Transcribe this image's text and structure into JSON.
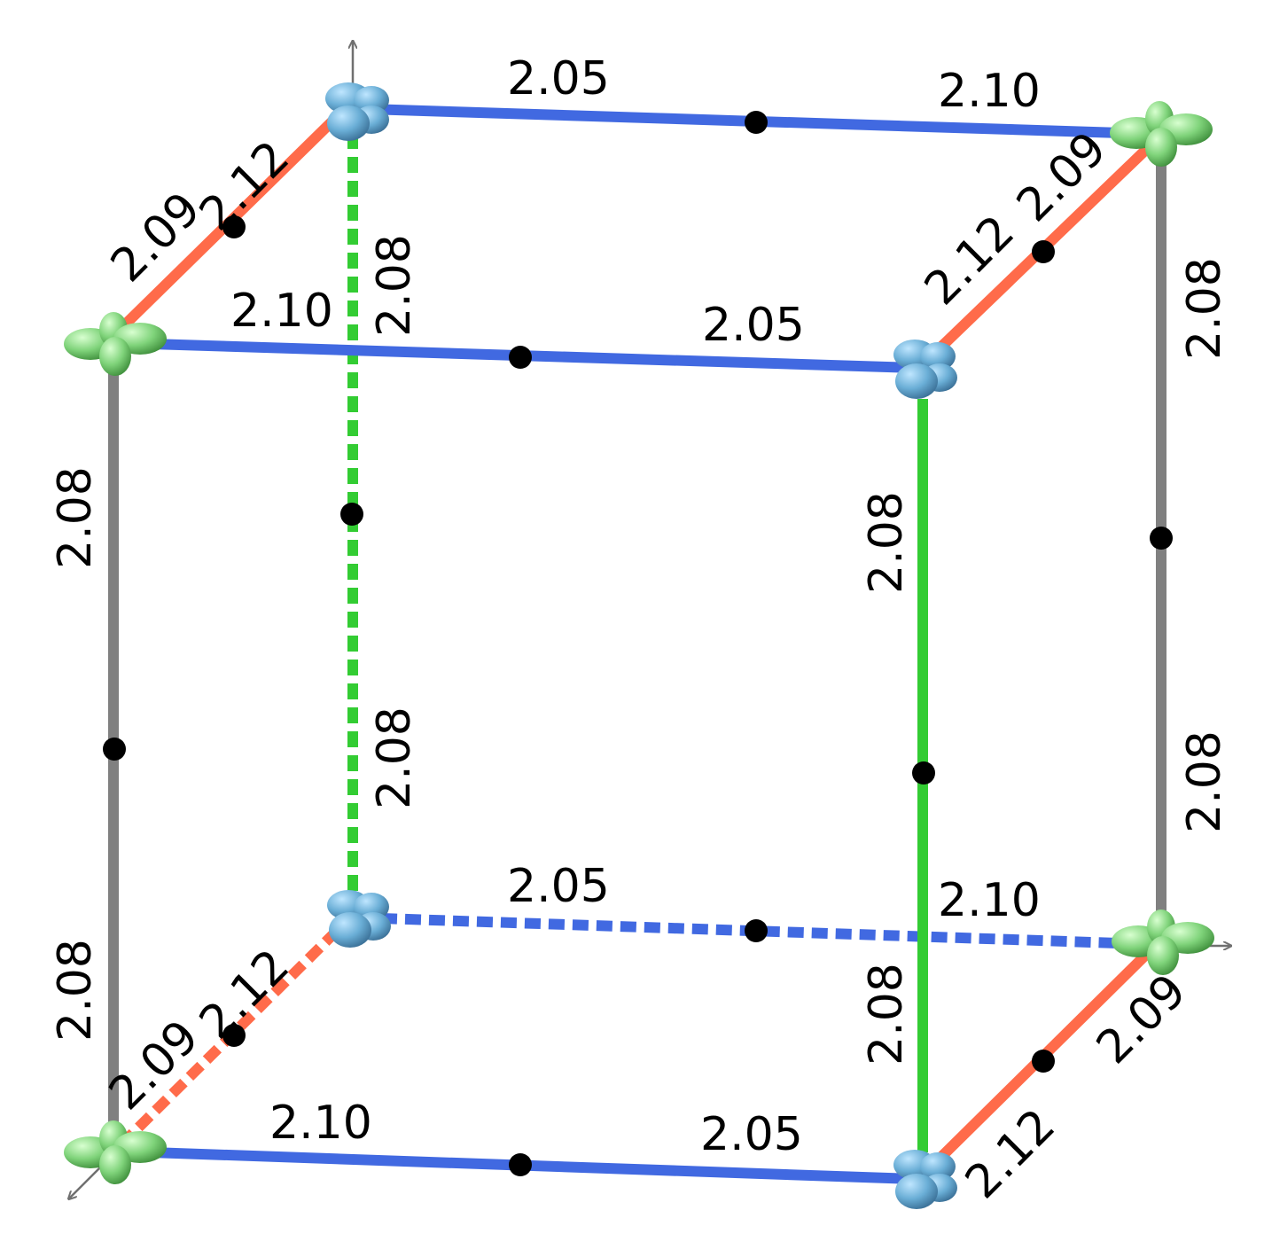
{
  "colors": {
    "x_bond": "#ff6b4a",
    "y_bond": "#4169e1",
    "z_bond_front": "#33cc33",
    "z_bond_back": "#808080",
    "axis": "#707070",
    "dot": "#000000",
    "orbital_blue": "#6aaed6",
    "orbital_green": "#7fd37a"
  },
  "icons": [
    "arrow-up-icon",
    "arrow-right-icon",
    "arrow-down-left-icon"
  ],
  "labels": {
    "top_back_y_right": "2.05",
    "top_back_y_left": "2.10",
    "top_left_x_a": "2.12",
    "top_left_x_b": "2.09",
    "back_dotted_z_upper": "2.08",
    "back_dotted_z_lower": "2.08",
    "top_right_x_a": "2.09",
    "top_right_x_b": "2.12",
    "back_right_z_upper": "2.08",
    "back_right_z_lower": "2.08",
    "top_front_y_left": "2.10",
    "top_front_y_right": "2.05",
    "front_left_z_upper": "2.08",
    "front_left_z_lower": "2.08",
    "front_right_z_upper": "2.08",
    "front_right_z_lower": "2.08",
    "bottom_back_y_left": "2.05",
    "bottom_back_y_right": "2.10",
    "bottom_left_x_a": "2.12",
    "bottom_left_x_b": "2.09",
    "bottom_right_x_a": "2.09",
    "bottom_right_x_b": "2.12",
    "bottom_front_y_left": "2.10",
    "bottom_front_y_right": "2.05"
  }
}
